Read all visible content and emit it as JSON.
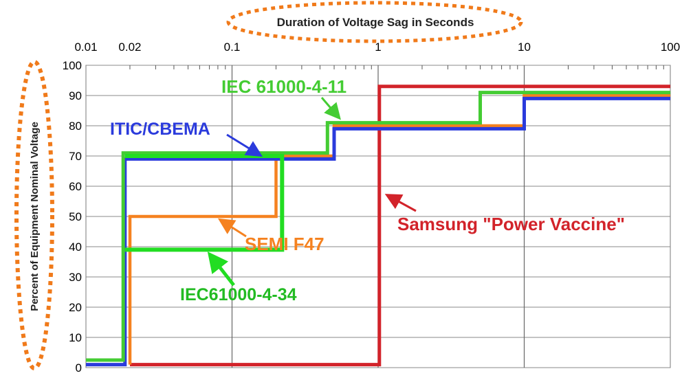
{
  "chart_data": {
    "type": "line",
    "x_scale": "log",
    "xlim": [
      0.01,
      100
    ],
    "ylim": [
      0,
      100
    ],
    "grid": true,
    "xlabel": "Duration of Voltage Sag in Seconds",
    "ylabel": "Percent of Equipment Nominal Voltage",
    "x_tick_labels": [
      "0.01",
      "0.02",
      "0.1",
      "1",
      "10",
      "100"
    ],
    "x_tick_values": [
      0.01,
      0.02,
      0.1,
      1,
      10,
      100
    ],
    "y_tick_labels": [
      "0",
      "10",
      "20",
      "30",
      "40",
      "50",
      "60",
      "70",
      "80",
      "90",
      "100"
    ],
    "y_tick_values": [
      0,
      10,
      20,
      30,
      40,
      50,
      60,
      70,
      80,
      90,
      100
    ],
    "series": [
      {
        "name": "Samsung \"Power Vaccine\"",
        "color": "#d2232a",
        "x": [
          0.02,
          1.02,
          1.02,
          100
        ],
        "y": [
          1,
          1,
          93,
          93
        ]
      },
      {
        "name": "SEMI F47",
        "color": "#f58220",
        "x": [
          0.02,
          0.02,
          0.2,
          0.2,
          0.5,
          0.5,
          10,
          10,
          100
        ],
        "y": [
          1,
          50,
          50,
          70,
          70,
          80,
          80,
          90,
          90
        ]
      },
      {
        "name": "ITIC/CBEMA",
        "color": "#2b3bdc",
        "x": [
          0.01,
          0.0185,
          0.0185,
          0.5,
          0.5,
          10,
          10,
          100
        ],
        "y": [
          1,
          1,
          69,
          69,
          79,
          79,
          89,
          89
        ]
      },
      {
        "name": "IEC 61000-4-11",
        "color": "#44cc33",
        "x": [
          0.01,
          0.018,
          0.018,
          0.45,
          0.45,
          5,
          5,
          100
        ],
        "y": [
          2.5,
          2.5,
          71,
          71,
          81,
          81,
          91,
          91
        ]
      },
      {
        "name": "IEC61000-4-34",
        "color": "#22dd22",
        "x": [
          0.0185,
          0.22,
          0.22,
          0.0185
        ],
        "y": [
          39,
          39,
          70,
          70
        ]
      }
    ],
    "annotations": [
      {
        "text": "IEC 61000-4-11",
        "color": "#44cc33"
      },
      {
        "text": "ITIC/CBEMA",
        "color": "#2b3bdc"
      },
      {
        "text": "SEMI F47",
        "color": "#f58220"
      },
      {
        "text": "IEC61000-4-34",
        "color": "#22bb22"
      },
      {
        "text": "Samsung \"Power Vaccine\"",
        "color": "#d2232a"
      }
    ]
  }
}
